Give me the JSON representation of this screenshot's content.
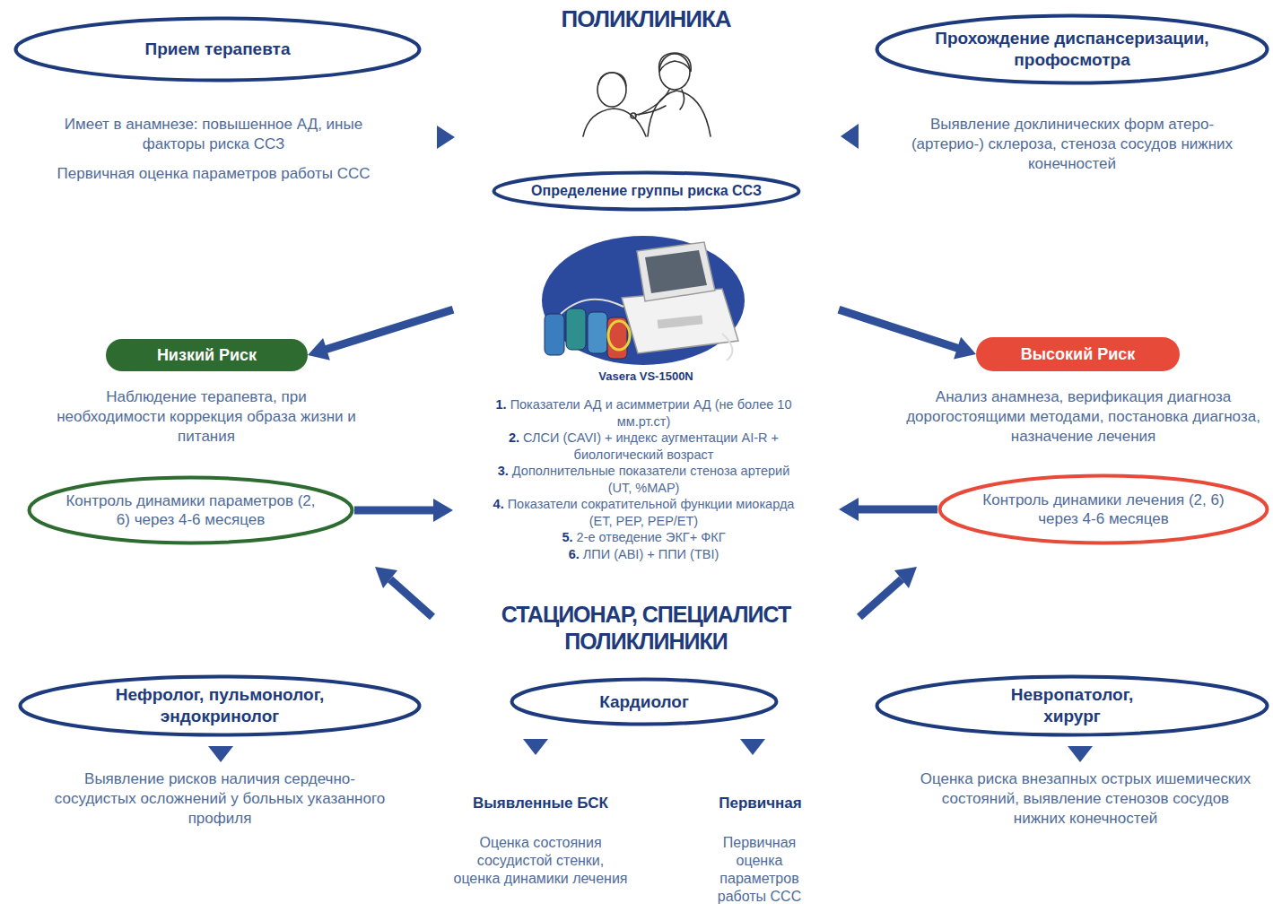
{
  "diagram": {
    "title": "ПОЛИКЛИНИКА",
    "nodes": [
      {
        "text": [
          "Прием терапевта"
        ]
      },
      {
        "text": [
          "Прохождение диспансеризации, профосмотра"
        ]
      },
      {
        "text": [
          "Определение группы риска ССЗ"
        ]
      },
      {
        "text": [
          "Vasera VS-1500N"
        ]
      },
      {
        "text": [
          "Низкий Риск"
        ]
      },
      {
        "text": [
          "Высокий Риск"
        ]
      },
      {
        "text": [
          "Контроль динамики параметров (2, 6) через 4-6 месяцев"
        ]
      },
      {
        "text": [
          "Контроль динамики лечения (2, 6) через 4-6 месяцев"
        ]
      },
      {
        "text": [
          "Нефролог, пульмонолог, эндокринолог"
        ]
      },
      {
        "text": [
          "Кардиолог"
        ]
      },
      {
        "text": [
          "Невропатолог, хирург"
        ]
      }
    ],
    "edges": [
      {
        "from": 3,
        "to": 4,
        "arrow": "to"
      },
      {
        "from": 3,
        "to": 5,
        "arrow": "to"
      },
      {
        "from": 6,
        "to": 3,
        "arrow": "to"
      },
      {
        "from": 7,
        "to": 3,
        "arrow": "to"
      }
    ],
    "labels": [
      "Имеет в анамнезе: повышенное АД, иные факторы риска ССЗ",
      "Первичная оценка параметров работы ССС",
      "Выявление доклинических форм атеро- (артерио-) склероза, стеноза сосудов нижних конечностей",
      "Наблюдение терапевта, при необходимости коррекция образа жизни и питания",
      "Анализ анамнеза, верификация диагноза дорогостоящими методами, постановка диагноза, назначение лечения",
      "1.",
      "Показатели АД и асимметрии АД (не более 10 мм.рт.ст)",
      "2.",
      "СЛСИ (CAVI) + индекс аугментации AI-R + биологический возраст",
      "3.",
      "Дополнительные показатели стеноза артерий (UT, %MAP)",
      "4.",
      "Показатели сократительной функции миокарда (ET, PEP, PEP/ET)",
      "5.",
      "2-е отведение ЭКГ+ ФКГ",
      "6.",
      "ЛПИ (ABI) + ППИ (TBI)",
      "СТАЦИОНАР, СПЕЦИАЛИСТ ПОЛИКЛИНИКИ",
      "Выявление рисков наличия сердечно-сосудистых осложнений у больных указанного профиля",
      "Выявленные БСК",
      "Оценка состояния сосудистой стенки, оценка динамики лечения",
      "Первичная",
      "Первичная оценка параметров работы ССС",
      "Оценка риска внезапных острых ишемических состояний, выявление стенозов сосудов нижних конечностей"
    ]
  }
}
